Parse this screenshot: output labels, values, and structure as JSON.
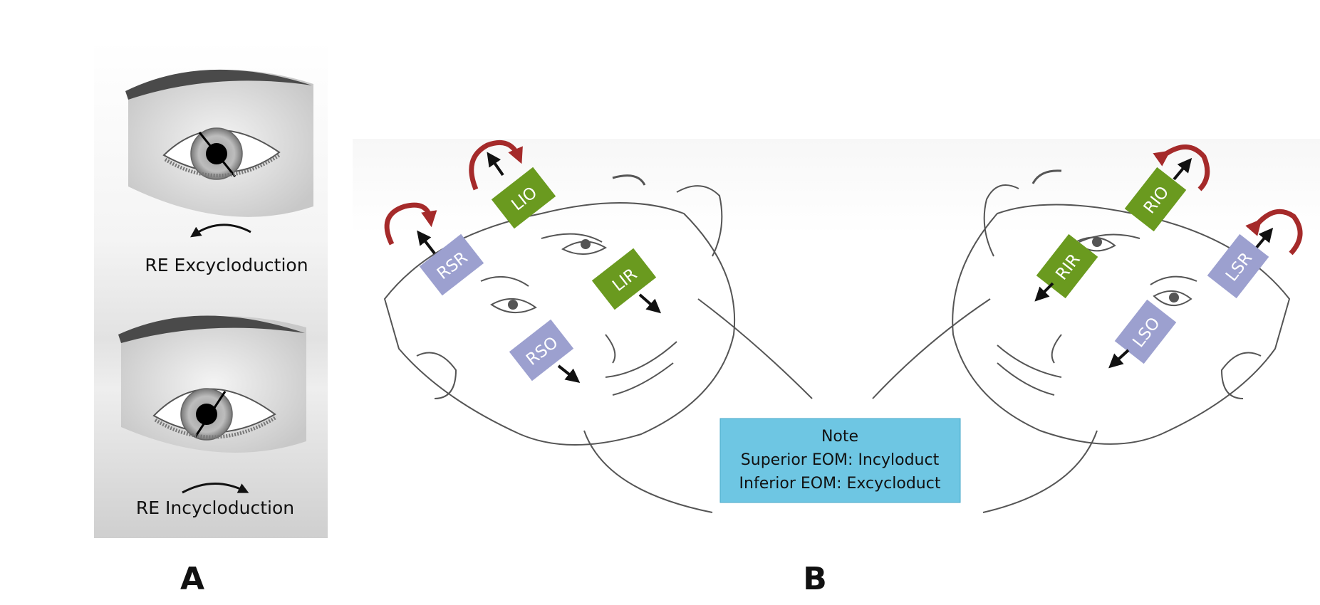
{
  "panel_a": {
    "caption_top": "RE Excycloduction",
    "caption_bottom": "RE Incycloduction",
    "panel_label": "A"
  },
  "panel_b": {
    "panel_label": "B",
    "left_head": {
      "muscles": {
        "lio": "LIO",
        "rsr": "RSR",
        "lir": "LIR",
        "rso": "RSO"
      }
    },
    "right_head": {
      "muscles": {
        "rio": "RIO",
        "lsr": "LSR",
        "rir": "RIR",
        "lso": "LSO"
      }
    },
    "note": {
      "title": "Note",
      "line1": "Superior EOM: Incyloduct",
      "line2": "Inferior EOM: Excycloduct"
    }
  },
  "colors": {
    "superior_oblique_box": "#9ca0cf",
    "inferior_box": "#6a9a1f",
    "torsion_arrow": "#a52a2a",
    "note_bg": "#6ec6e3"
  }
}
